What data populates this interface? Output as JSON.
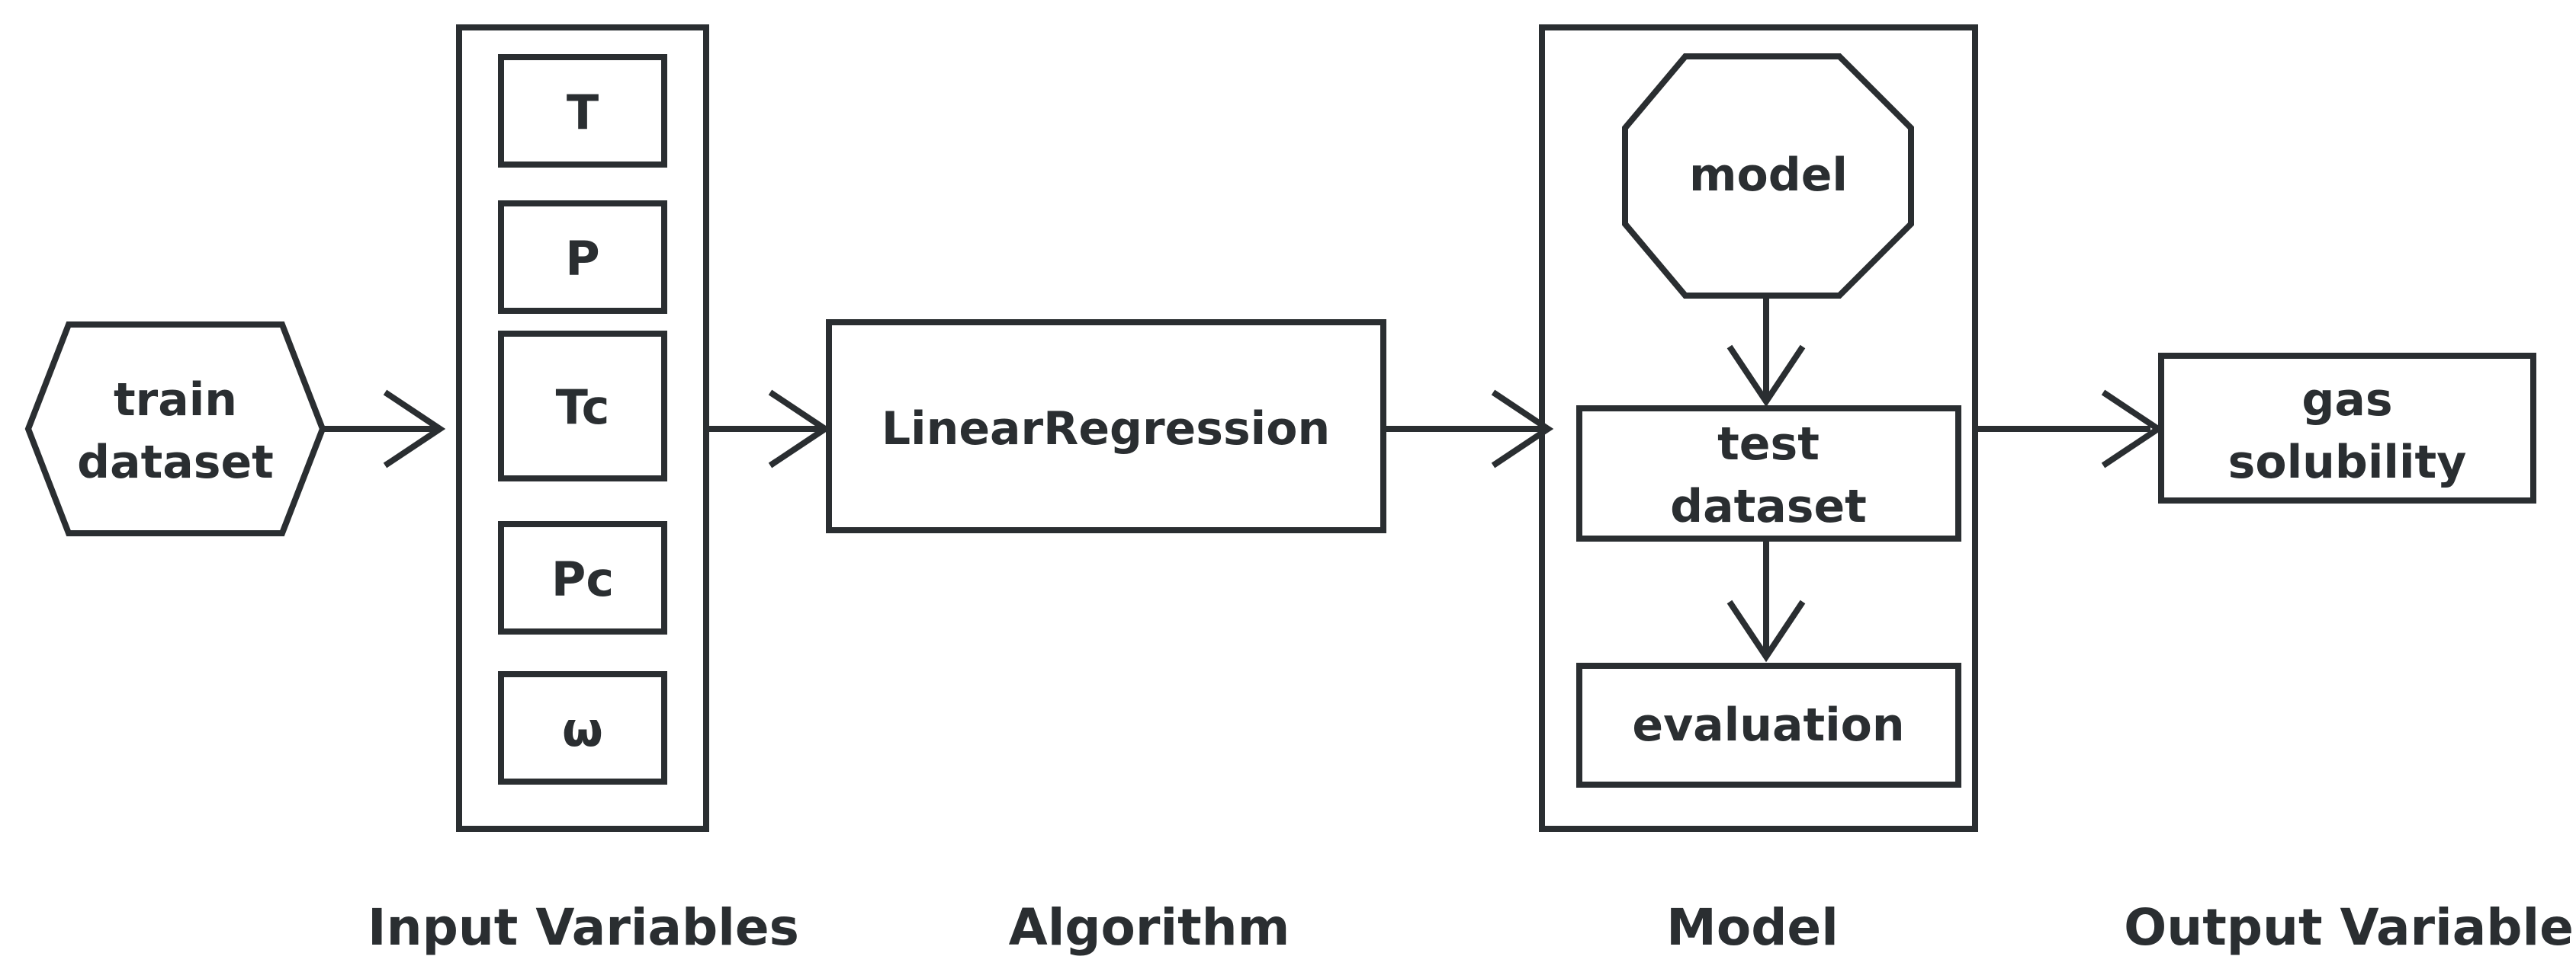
{
  "colors": {
    "stroke": "#2a2e31",
    "fill": "#ffffff",
    "text": "#2a2e31"
  },
  "train": {
    "line1": "train",
    "line2": "dataset"
  },
  "input_vars": [
    "T",
    "P",
    "Tc",
    "Pc",
    "ω"
  ],
  "algorithm": {
    "label": "LinearRegression"
  },
  "model_box": {
    "model": "model",
    "test_line1": "test",
    "test_line2": "dataset",
    "evaluation": "evaluation"
  },
  "output": {
    "line1": "gas",
    "line2": "solubility"
  },
  "captions": {
    "input": "Input Variables",
    "algorithm": "Algorithm",
    "model": "Model",
    "output": "Output Variable"
  }
}
